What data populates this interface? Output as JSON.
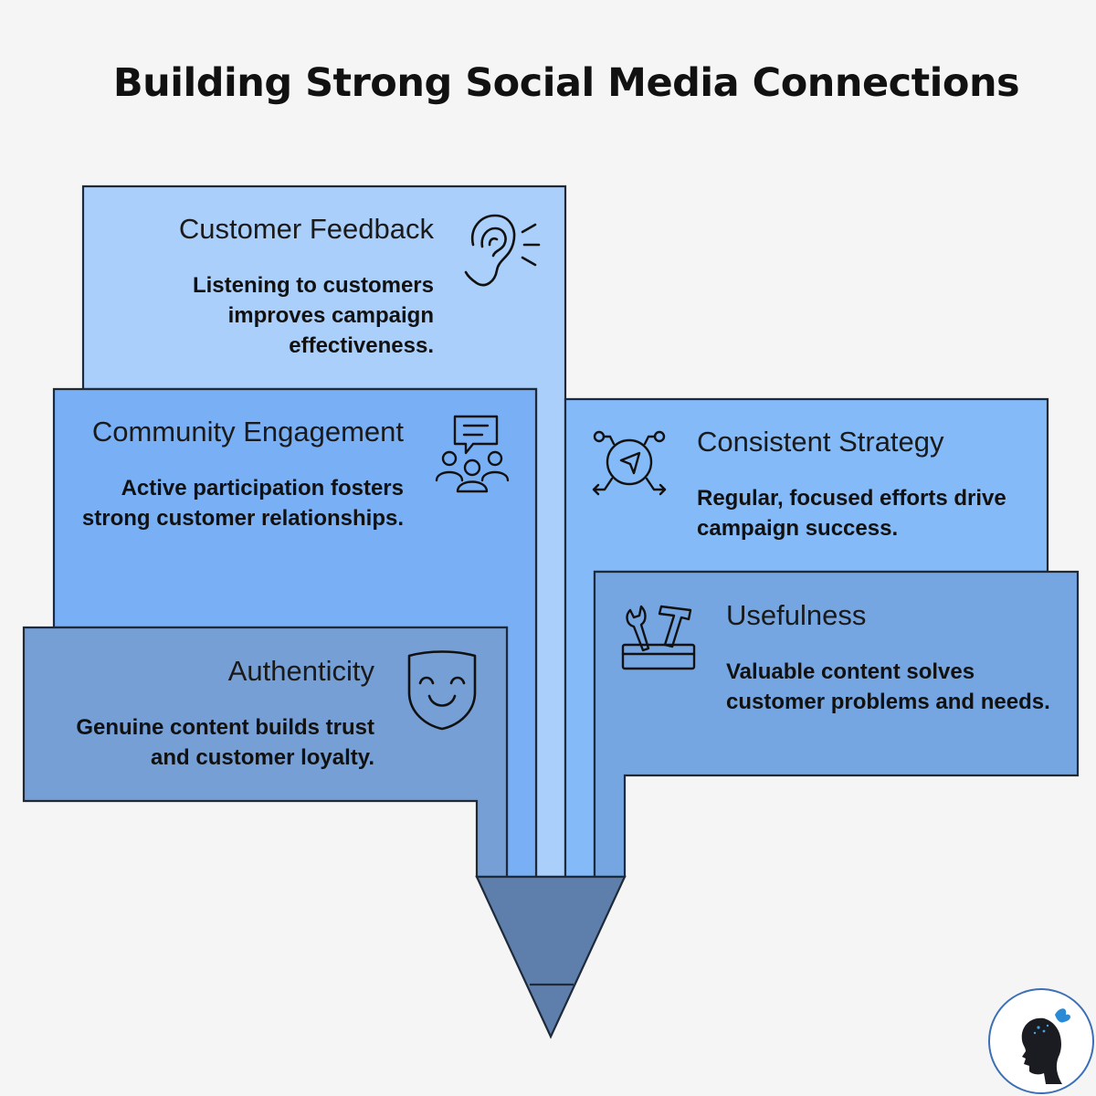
{
  "title": "Building Strong Social Media Connections",
  "colors": {
    "background": "#f5f5f5",
    "feedback": "#abcffb",
    "community": "#79b0f5",
    "authenticity": "#769fd6",
    "strategy": "#84baf8",
    "usefulness": "#75a6e2",
    "pencil_tip": "#5e7fab",
    "outline": "#1e2a3a"
  },
  "cards": {
    "feedback": {
      "title": "Customer Feedback",
      "description": "Listening to customers improves campaign effectiveness.",
      "icon": "ear-icon"
    },
    "community": {
      "title": "Community Engagement",
      "description": "Active participation fosters strong customer relationships.",
      "icon": "community-chat-icon"
    },
    "authenticity": {
      "title": "Authenticity",
      "description": "Genuine content builds trust and customer loyalty.",
      "icon": "smiling-mask-icon"
    },
    "strategy": {
      "title": "Consistent Strategy",
      "description": "Regular, focused efforts drive campaign success.",
      "icon": "strategy-compass-icon"
    },
    "usefulness": {
      "title": "Usefulness",
      "description": "Valuable content solves customer problems and needs.",
      "icon": "tools-icon"
    }
  },
  "logo": {
    "icon": "butterfly-silhouette-logo-icon"
  }
}
